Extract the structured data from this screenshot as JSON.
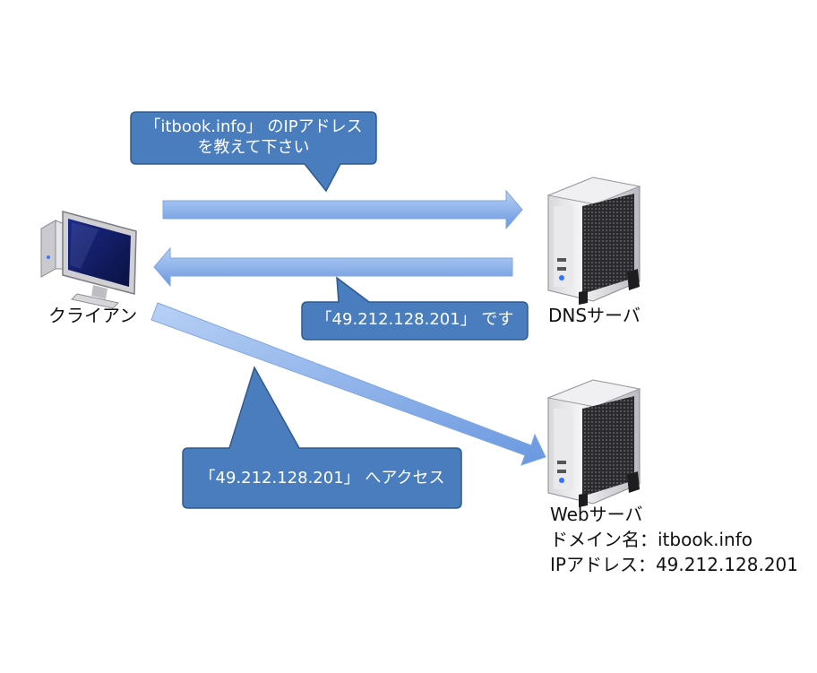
{
  "nodes": {
    "client": {
      "label": "クライアン",
      "icon": "desktop-computer-icon"
    },
    "dns_server": {
      "label": "DNSサーバ",
      "icon": "server-tower-icon"
    },
    "web_server": {
      "label": "Webサーバ",
      "domain_line": "ドメイン名：itbook.info",
      "ip_line": "IPアドレス：49.212.128.201",
      "icon": "server-tower-icon"
    }
  },
  "callouts": {
    "query": {
      "line1": "「itbook.info」 のIPアドレス",
      "line2": "を教えて下さい"
    },
    "answer": {
      "text": "「49.212.128.201」 です"
    },
    "access": {
      "text": "「49.212.128.201」 へアクセス"
    }
  },
  "colors": {
    "bubble_fill": "#4a7dbd",
    "bubble_stroke": "#2f5a8f",
    "arrow_fill_light": "#aecbf3",
    "arrow_fill_dark": "#5f92e2"
  }
}
